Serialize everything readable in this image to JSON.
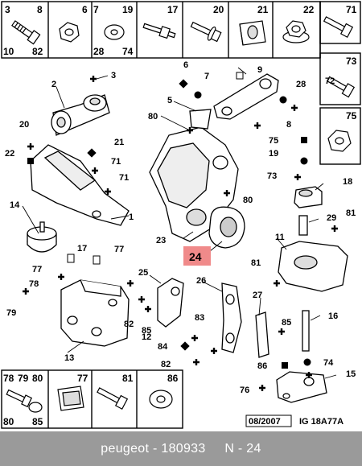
{
  "top_strip": [
    {
      "nums": [
        "3",
        "8",
        "10",
        "82"
      ]
    },
    {
      "nums": [
        "6"
      ]
    },
    {
      "nums": [
        "7",
        "19",
        "28",
        "74"
      ]
    },
    {
      "nums": [
        "17"
      ]
    },
    {
      "nums": [
        "20"
      ]
    },
    {
      "nums": [
        "21"
      ]
    },
    {
      "nums": [
        "22"
      ]
    },
    {
      "nums": [
        "71"
      ]
    }
  ],
  "right_column": [
    "73",
    "75"
  ],
  "bottom_strip": [
    {
      "nums": [
        "78",
        "79",
        "80",
        "80",
        "85"
      ]
    },
    {
      "nums": [
        "77"
      ]
    },
    {
      "nums": [
        "81"
      ]
    },
    {
      "nums": [
        "86"
      ]
    }
  ],
  "callouts": [
    "1",
    "2",
    "3",
    "5",
    "6",
    "7",
    "8",
    "9",
    "11",
    "12",
    "13",
    "14",
    "15",
    "16",
    "17",
    "18",
    "19",
    "20",
    "21",
    "22",
    "23",
    "25",
    "26",
    "27",
    "28",
    "29",
    "71",
    "71",
    "72",
    "73",
    "74",
    "75",
    "76",
    "77",
    "77",
    "78",
    "79",
    "80",
    "80",
    "81",
    "81",
    "82",
    "82",
    "83",
    "84",
    "85",
    "85",
    "86"
  ],
  "highlight": "24",
  "doc_date": "08/2007",
  "doc_ref": "IG 18A77A",
  "footer": {
    "brand": "peugeot",
    "sep": "-",
    "number": "180933",
    "ref": "N - 24"
  },
  "colors": {
    "highlight_fill": "#f08a8a",
    "footer_bg": "#9a9a9a"
  }
}
